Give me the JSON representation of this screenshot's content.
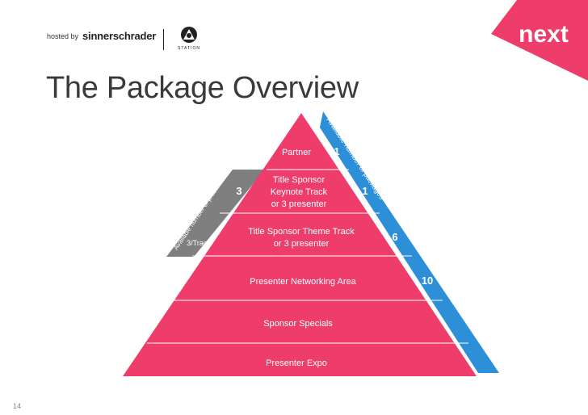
{
  "header": {
    "hosted_by": "hosted by",
    "brand": "sinnerschrader",
    "station_label": "STATION",
    "logo_text": "next"
  },
  "title": "The Package Overview",
  "page_number": "14",
  "colors": {
    "pink": "#ee3d6a",
    "blue": "#2d8fd8",
    "gray": "#7f7f7f",
    "logo": "#ee3d6a"
  },
  "side_labels": {
    "blue": "Available number of packages",
    "gray": "Available number of presenters"
  },
  "tiers": [
    {
      "lines": [
        "Partner"
      ],
      "packages": "1",
      "presenters": ""
    },
    {
      "lines": [
        "Title Sponsor",
        "Keynote Track",
        "or  3 presenter"
      ],
      "packages": "1",
      "presenters": "3"
    },
    {
      "lines": [
        "Title Sponsor Theme Track",
        "or 3 presenter"
      ],
      "packages": "6",
      "presenters": "3/Track"
    },
    {
      "lines": [
        "Presenter Networking Area"
      ],
      "packages": "10",
      "presenters": ""
    },
    {
      "lines": [
        "Sponsor Specials"
      ],
      "packages": "",
      "presenters": ""
    },
    {
      "lines": [
        "Presenter Expo"
      ],
      "packages": "",
      "presenters": ""
    }
  ]
}
